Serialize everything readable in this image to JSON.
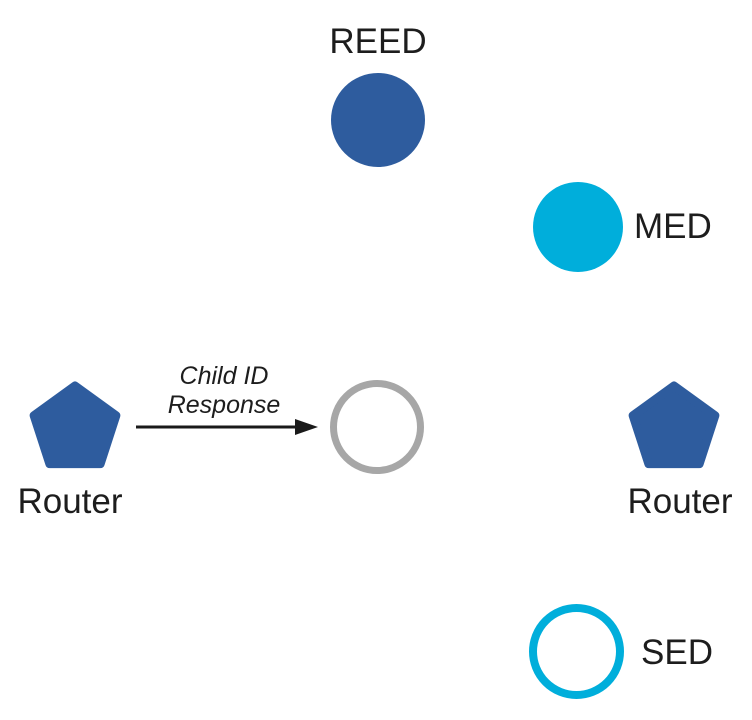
{
  "diagram": {
    "title_hint": "Thread network topology with Child ID Response message",
    "colors": {
      "router_blue": "#2E5C9E",
      "device_cyan": "#00AEDB",
      "pending_gray": "#A7A7A7",
      "arrow_black": "#1A1A1A",
      "text": "#1D1D1D",
      "background": "#FFFFFF"
    },
    "nodes": {
      "reed": {
        "label": "REED",
        "fill": "#2E5C9E"
      },
      "med": {
        "label": "MED",
        "fill": "#00AEDB"
      },
      "router_left": {
        "label": "Router",
        "fill": "#2E5C9E"
      },
      "router_right": {
        "label": "Router",
        "fill": "#2E5C9E"
      },
      "sed": {
        "label": "SED",
        "stroke": "#00AEDB",
        "fill": "#FFFFFF"
      },
      "joining_node": {
        "stroke": "#A7A7A7",
        "fill": "#FFFFFF"
      }
    },
    "message": {
      "line1": "Child ID",
      "line2": "Response",
      "arrow_color": "#1A1A1A"
    }
  }
}
